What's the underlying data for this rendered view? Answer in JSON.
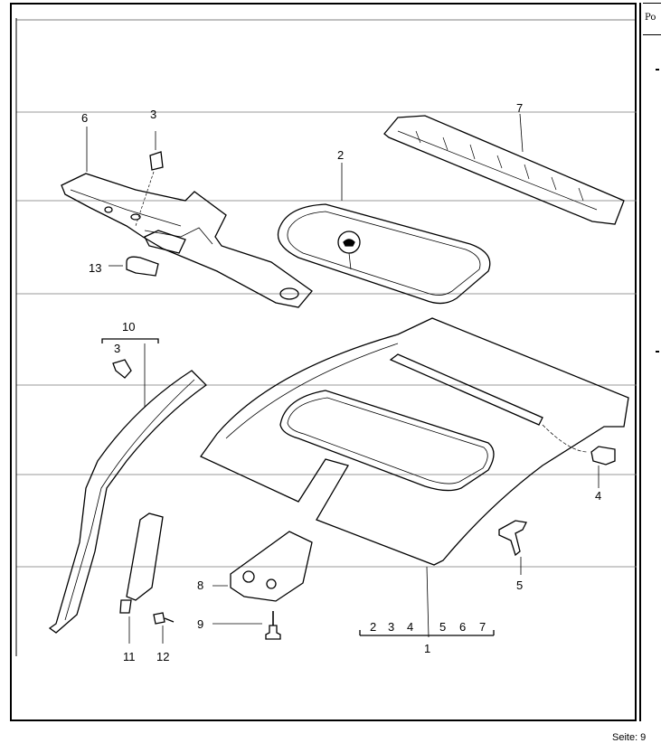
{
  "header": {
    "column_label": "Po"
  },
  "footer": {
    "page_label": "Seite: 9"
  },
  "callouts": {
    "c1": "1",
    "c2": "2",
    "c3a": "3",
    "c3b": "3",
    "c4": "4",
    "c5": "5",
    "c6": "6",
    "c7": "7",
    "c8": "8",
    "c9": "9",
    "c10": "10",
    "c11": "11",
    "c12": "12",
    "c13": "13"
  },
  "group_bracket_1": [
    "2",
    "3",
    "4",
    "5",
    "6",
    "7"
  ]
}
